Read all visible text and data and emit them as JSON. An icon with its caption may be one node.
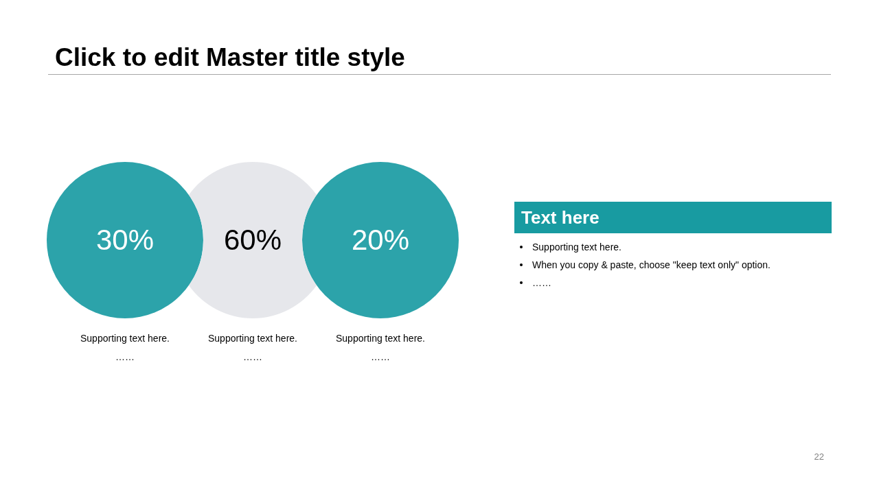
{
  "diagram": {
    "title": "Click to edit Master title style",
    "nodes": [
      {
        "text": [
          "30%"
        ],
        "beside": [
          "Supporting text here.",
          "……"
        ]
      },
      {
        "text": [
          "60%"
        ],
        "beside": [
          "Supporting text here.",
          "……"
        ]
      },
      {
        "text": [
          "20%"
        ],
        "beside": [
          "Supporting text here.",
          "……"
        ]
      },
      {
        "text": [
          "Text here"
        ]
      }
    ],
    "labels": [
      "Supporting text here.",
      "When you copy & paste, choose \"keep text only\" option.",
      "……",
      "22"
    ]
  }
}
